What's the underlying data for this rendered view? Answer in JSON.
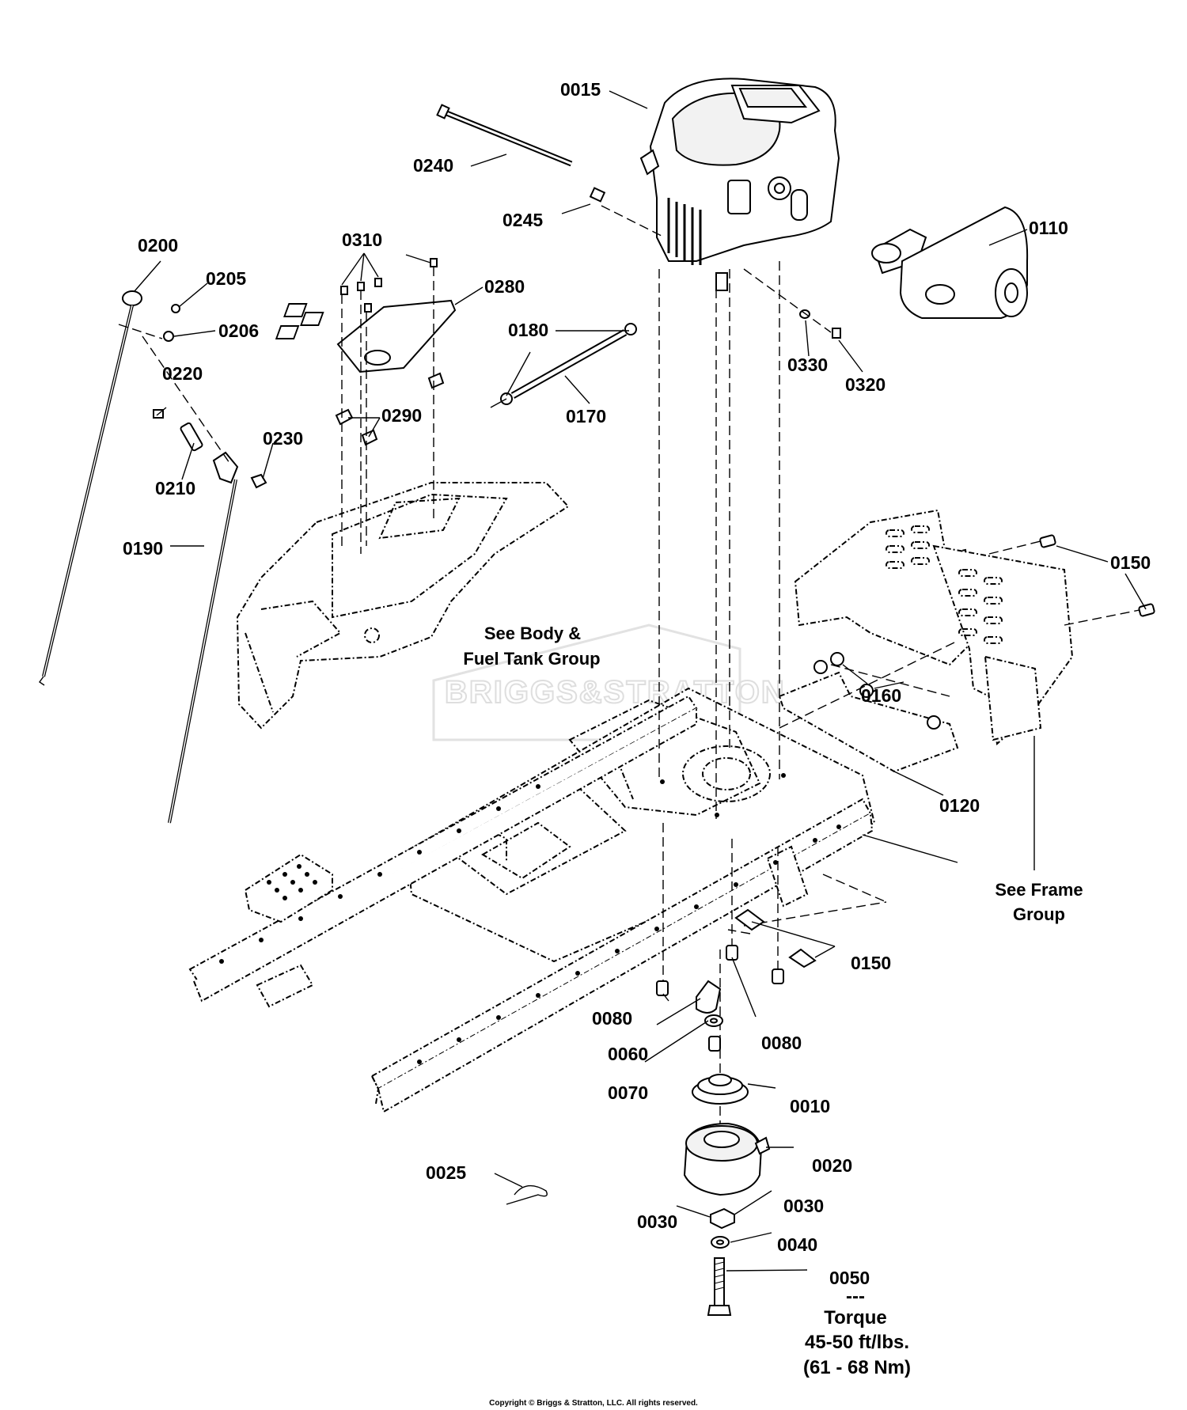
{
  "labels": {
    "p0015": "0015",
    "p0240": "0240",
    "p0245": "0245",
    "p0110": "0110",
    "p0200": "0200",
    "p0205": "0205",
    "p0206": "0206",
    "p0310": "0310",
    "p0280": "0280",
    "p0180": "0180",
    "p0170": "0170",
    "p0330": "0330",
    "p0320": "0320",
    "p0220": "0220",
    "p0290": "0290",
    "p0230": "0230",
    "p0210": "0210",
    "p0190": "0190",
    "p0150a": "0150",
    "p0160": "0160",
    "p0120": "0120",
    "p0150b": "0150",
    "p0080a": "0080",
    "p0080b": "0080",
    "p0060": "0060",
    "p0070": "0070",
    "p0010": "0010",
    "p0020": "0020",
    "p0025": "0025",
    "p0030a": "0030",
    "p0030b": "0030",
    "p0040": "0040",
    "p0050": "0050"
  },
  "notes": {
    "body_line1": "See Body &",
    "body_line2": "Fuel Tank Group",
    "frame_line1": "See Frame",
    "frame_line2": "Group"
  },
  "torque": {
    "dashes": "---",
    "title": "Torque",
    "value": "45-50 ft/lbs.",
    "metric": "(61 - 68 Nm)"
  },
  "watermark": "BRIGGS&STRATTON",
  "copyright": "Copyright © Briggs & Stratton, LLC. All rights reserved."
}
